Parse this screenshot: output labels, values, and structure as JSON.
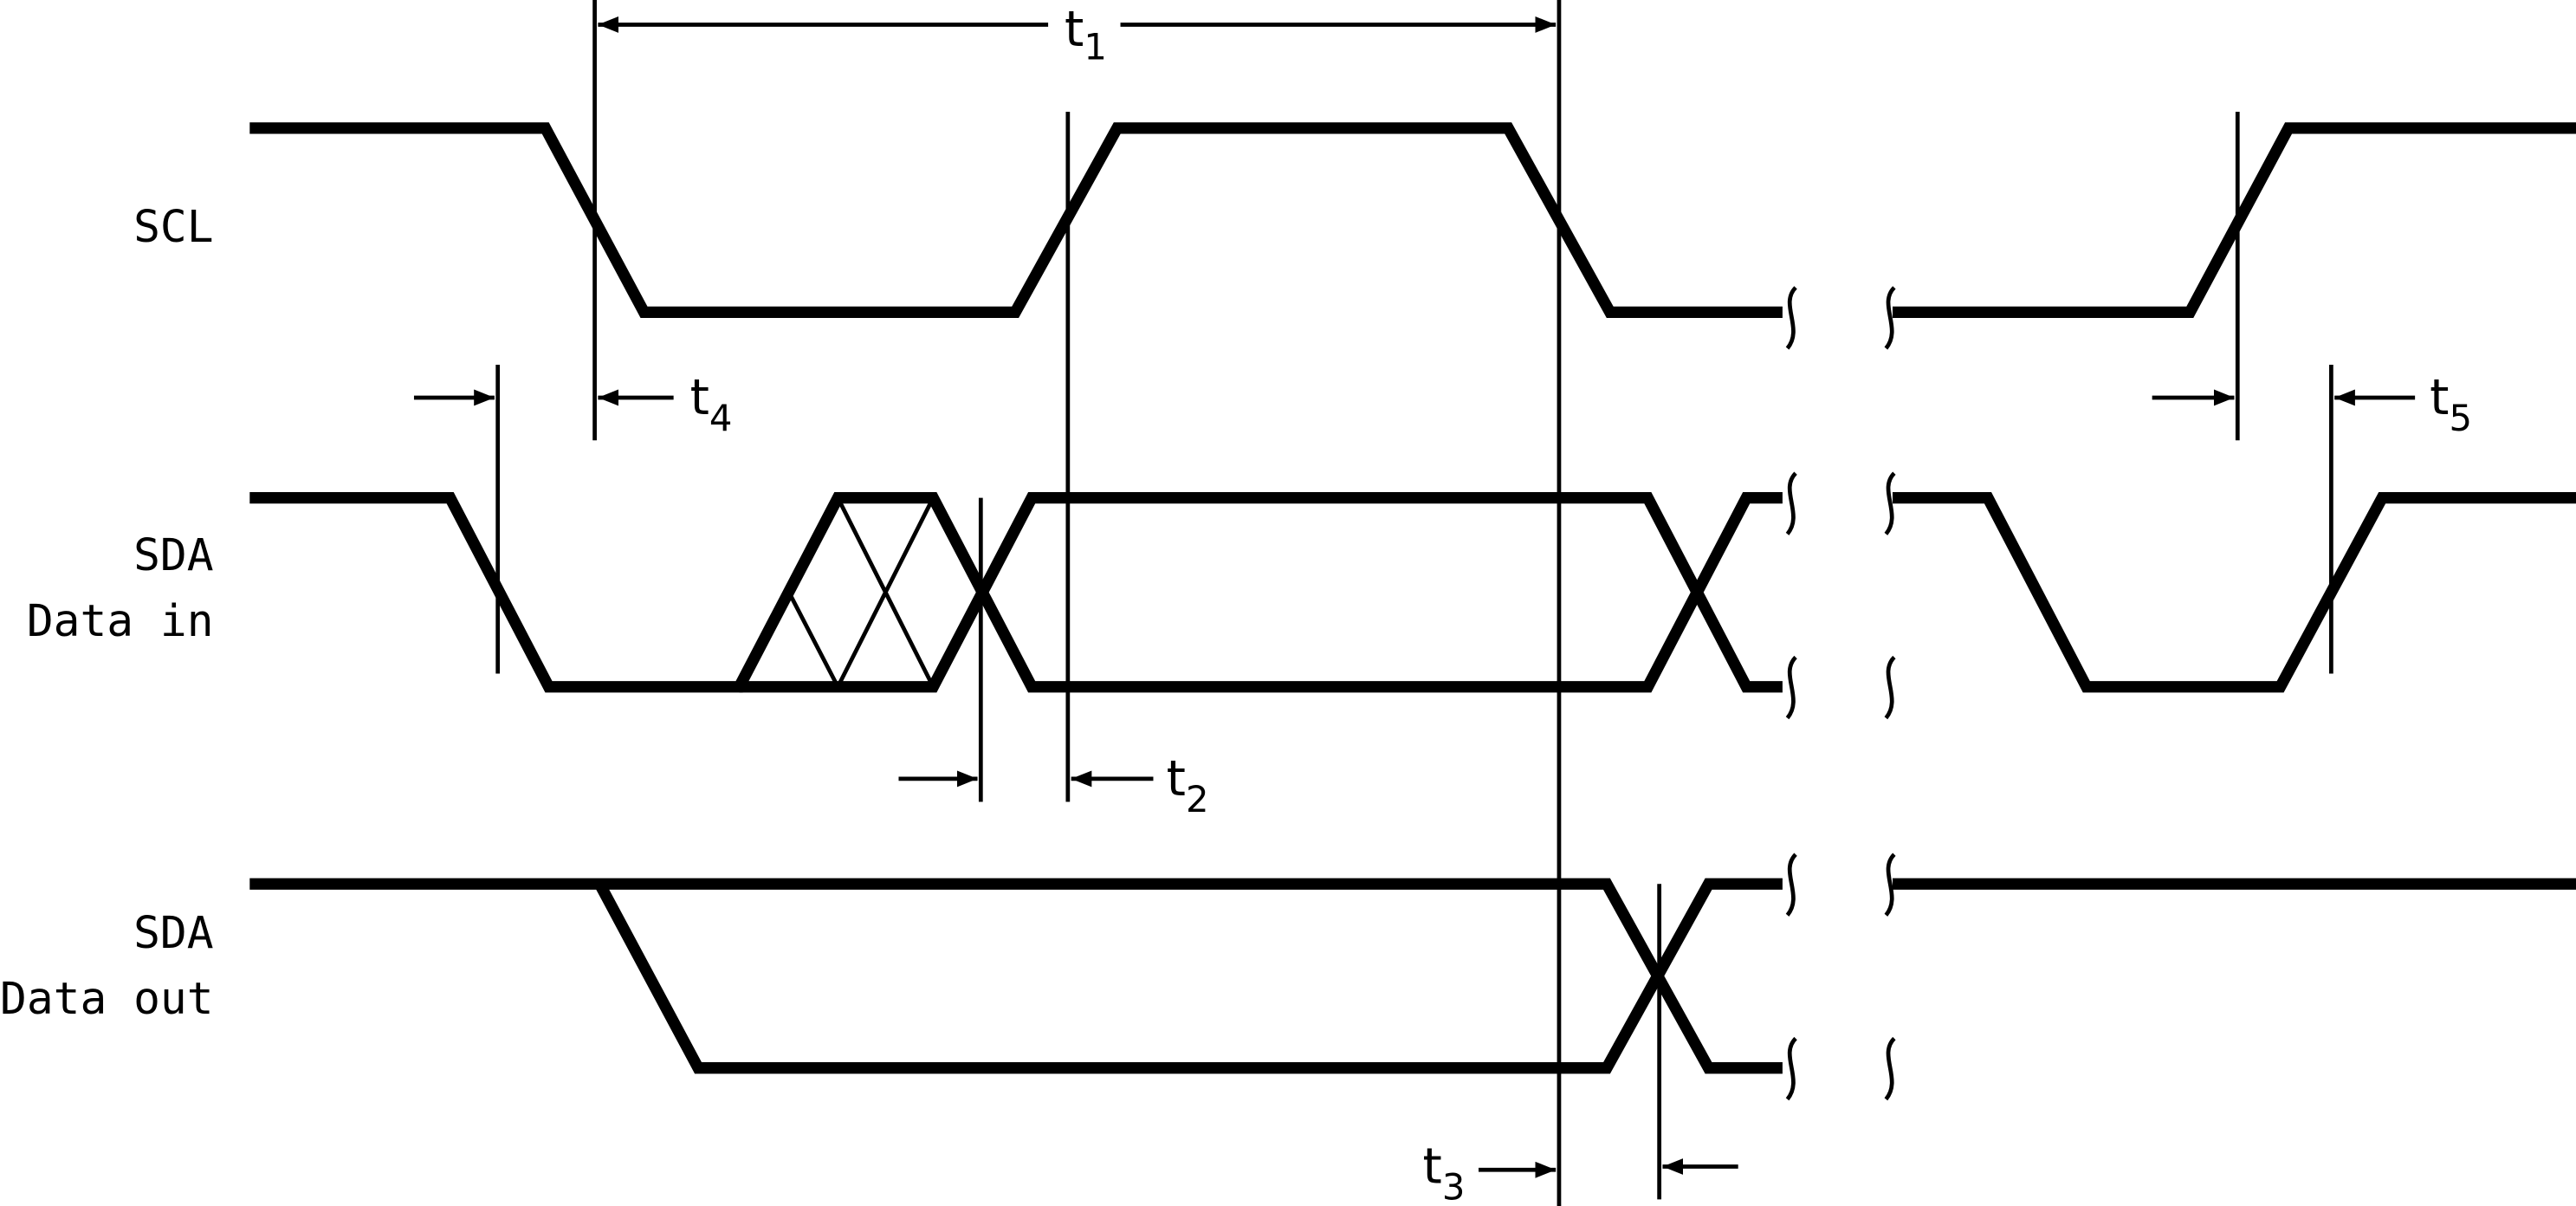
{
  "signals": [
    {
      "name": "SCL",
      "lines": [
        "SCL"
      ]
    },
    {
      "name": "SDA Data in",
      "lines": [
        "SDA",
        "Data in"
      ]
    },
    {
      "name": "SDA Data out",
      "lines": [
        "SDA",
        "Data out"
      ]
    }
  ],
  "timings": [
    {
      "base": "t",
      "sub": "1"
    },
    {
      "base": "t",
      "sub": "2"
    },
    {
      "base": "t",
      "sub": "3"
    },
    {
      "base": "t",
      "sub": "4"
    },
    {
      "base": "t",
      "sub": "5"
    }
  ],
  "colors": {
    "line": "#000000",
    "background": "#ffffff"
  }
}
